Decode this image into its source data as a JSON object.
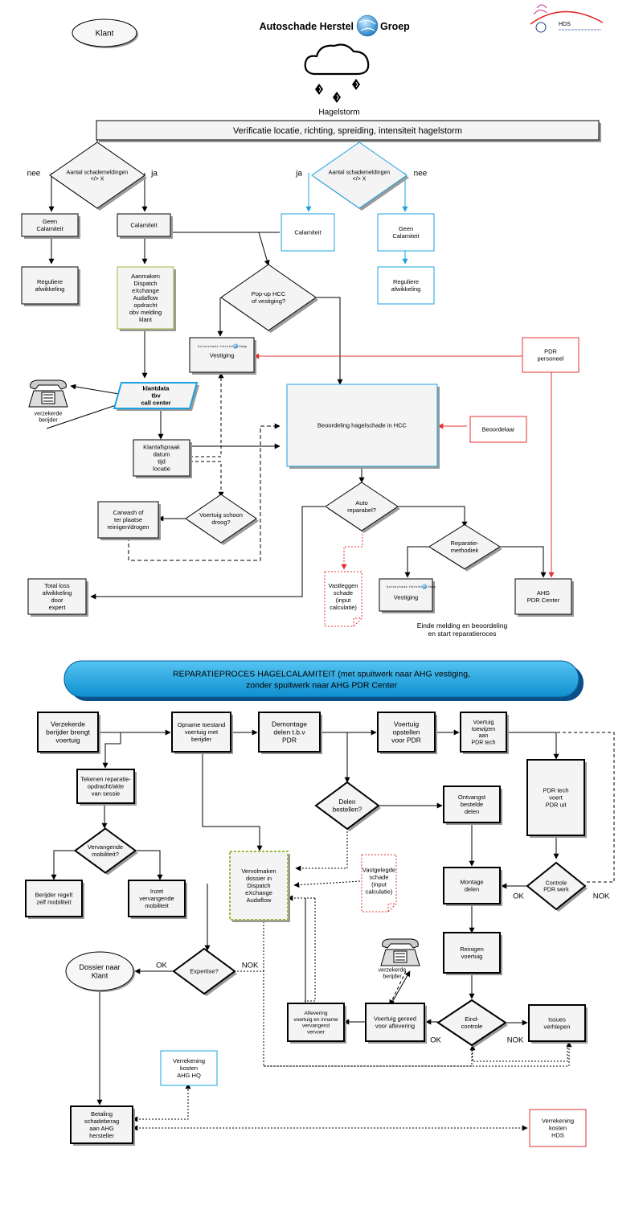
{
  "header": {
    "klant": "Klant",
    "brand_left": "Autoschade Herstel",
    "brand_right": "Groep",
    "hds_logo": "HDS",
    "hail_title": "Hagelstorm",
    "icon": "hail-cloud-icon"
  },
  "top": {
    "banner": "Verificatie locatie, richting, spreiding, intensiteit hagelstorm",
    "diamond_left": [
      "Aantal schademeldingen",
      "</> X"
    ],
    "diamond_right": [
      "Aantal schademeldingen",
      "</> X"
    ],
    "nee": "nee",
    "ja": "ja",
    "geen_calamiteit": [
      "Geen",
      "Calamiteit"
    ],
    "calamiteit": "Calamiteit",
    "reguliere": [
      "Reguliere",
      "afwikkeling"
    ],
    "aanmaken": [
      "Aanmaken",
      "Dispatch",
      "eXchange",
      "Audaflow",
      "opdracht",
      "obv melding",
      "klant"
    ],
    "popup": [
      "Pop-up HCC",
      "of vestiging?"
    ],
    "vestiging": "Vestiging",
    "pdr_personeel": [
      "PDR",
      "personeel"
    ],
    "verzekerde_bestuurder": [
      "verzekerde",
      "berijder"
    ],
    "klantdata": [
      "klantdata",
      "tbv",
      "call center"
    ],
    "beoordeling": "Beoordeling hagelschade in HCC",
    "beoordelaar": "Beoordelaar",
    "klantafspraak": [
      "Klantafspraak",
      "datum",
      "tijd",
      "locatie"
    ],
    "carwash": [
      "Carwash of",
      "ter plaatse",
      "reinigen/drogen"
    ],
    "schoon": [
      "Voertuig schoon",
      "droog?"
    ],
    "auto_reparabel": [
      "Auto",
      "reparabel?"
    ],
    "reparatiemethodiek": [
      "Reparatie-",
      "methodiek"
    ],
    "total_loss": [
      "Total loss",
      "afwikkeling",
      "door",
      "expert"
    ],
    "vastleggen": [
      "Vastleggen",
      "schade",
      "(input",
      "calculatie)"
    ],
    "ahg_pdr": [
      "AHG",
      "PDR Center"
    ],
    "einde": [
      "Einde melding en beoordeling",
      "en start reparatieroces"
    ]
  },
  "process": {
    "banner": [
      "REPARATIEPROCES HAGELCALAMITEIT (met spuitwerk naar AHG vestiging,",
      "zonder spuitwerk naar AHG PDR Center"
    ],
    "verzekerde_brengt": [
      "Verzekerde",
      "berijder brengt",
      "voertuig"
    ],
    "opname": [
      "Opname toestand",
      "voertuig met",
      "berijder"
    ],
    "demontage": [
      "Demontage",
      "delen t.b.v",
      "PDR"
    ],
    "opstellen": [
      "Voertuig",
      "opstellen",
      "voor PDR"
    ],
    "toewijzen": [
      "Voertuig",
      "toewijzen",
      "aan",
      "PDR tech"
    ],
    "pdr_tech": [
      "PDR tech",
      "voert",
      "PDR uit"
    ],
    "tekenen": [
      "Tekenen reparatie-",
      "opdracht/akte",
      "van sessie"
    ],
    "delen_bestellen": [
      "Delen",
      "bestellen?"
    ],
    "ontvangst": [
      "Ontvangst",
      "bestelde",
      "delen"
    ],
    "vervangende": [
      "Vervangende",
      "mobiliteit?"
    ],
    "vervolmaken": [
      "Vervolmaken",
      "dossier in",
      "Dispatch",
      "eXchange",
      "Audaflow"
    ],
    "vastgelegde": [
      "Vastgelegde",
      "schade",
      "(input",
      "calculatie)"
    ],
    "montage": [
      "Montage",
      "delen"
    ],
    "controle": [
      "Controle",
      "PDR werk"
    ],
    "ok": "OK",
    "nok": "NOK",
    "berijder_regelt": [
      "Berijder regelt",
      "zelf mobiliteit"
    ],
    "inzet": [
      "Inzet",
      "vervangende",
      "mobiliteit"
    ],
    "reinigen": [
      "Reinigen",
      "voertuig"
    ],
    "dossier_klant": [
      "Dossier naar",
      "Klant"
    ],
    "expertise": "Expertise?",
    "verzekerde_berijder": [
      "verzekerde",
      "berijder"
    ],
    "aflevering": [
      "Aflevering",
      "voertuig en inname",
      "vervangend",
      "vervoer"
    ],
    "gereed": [
      "Voertuig gereed",
      "voor aflevering"
    ],
    "eindcontrole": [
      "Eind-",
      "controle"
    ],
    "issues": [
      "Issues",
      "verhlepen"
    ],
    "verrekening_hq": [
      "Verrekening",
      "kosten",
      "AHG HQ"
    ],
    "betaling": [
      "Betaling",
      "schadeberag",
      "aan AHG",
      "hersteller"
    ],
    "verrekening_hds": [
      "Verrekening",
      "kosten",
      "HDS"
    ]
  },
  "colors": {
    "black": "#000000",
    "blue": "#1ba1e2",
    "red": "#e53030",
    "green": "#9bbb3c",
    "banner_blue": "#17a6e6",
    "box_fill": "#f4f4f4"
  }
}
